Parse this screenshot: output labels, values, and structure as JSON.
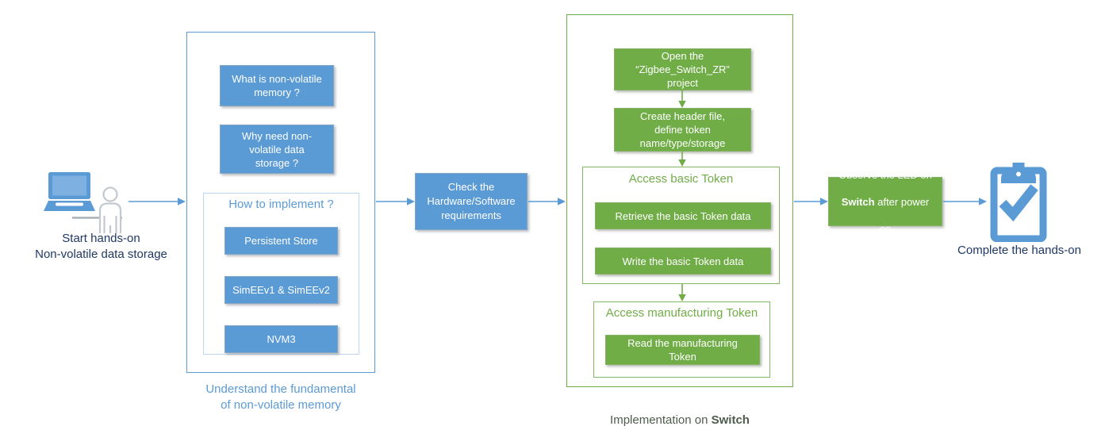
{
  "diagram": {
    "start": {
      "icon": "laptop-person-icon",
      "caption": "Start hands-on\nNon-volatile data storage"
    },
    "fundamentals": {
      "questions": [
        "What is non-volatile\nmemory ?",
        "Why need non-\nvolatile data\nstorage ?"
      ],
      "implement": {
        "title": "How to implement ?",
        "options": [
          "Persistent Store",
          "SimEEv1 & SimEEv2",
          "NVM3"
        ]
      },
      "caption": "Understand the fundamental\nof non-volatile memory"
    },
    "check": {
      "label": "Check the\nHardware/Software\nrequirements"
    },
    "implementation": {
      "steps": [
        "Open the\n“Zigbee_Switch_ZR”\nproject",
        "Create header file,\ndefine token\nname/type/storage"
      ],
      "access_basic": {
        "title": "Access basic Token",
        "actions": [
          "Retrieve the basic Token data",
          "Write  the basic Token data"
        ]
      },
      "access_manufacturing": {
        "title": "Access manufacturing Token",
        "actions": [
          "Read the manufacturing\nToken"
        ]
      },
      "caption_prefix": "Implementation on ",
      "caption_bold": "Switch"
    },
    "observe": {
      "line1": "Observe the LED on",
      "line2_bold": "Switch",
      "line2_rest": " after power",
      "line3": "on"
    },
    "complete": {
      "icon": "clipboard-check-icon",
      "caption": "Complete the hands-on"
    },
    "colors": {
      "blue": "#5B9BD5",
      "green": "#70AD47",
      "caption_navy": "#1F3864",
      "caption_light_blue": "#5B9BD5"
    }
  }
}
